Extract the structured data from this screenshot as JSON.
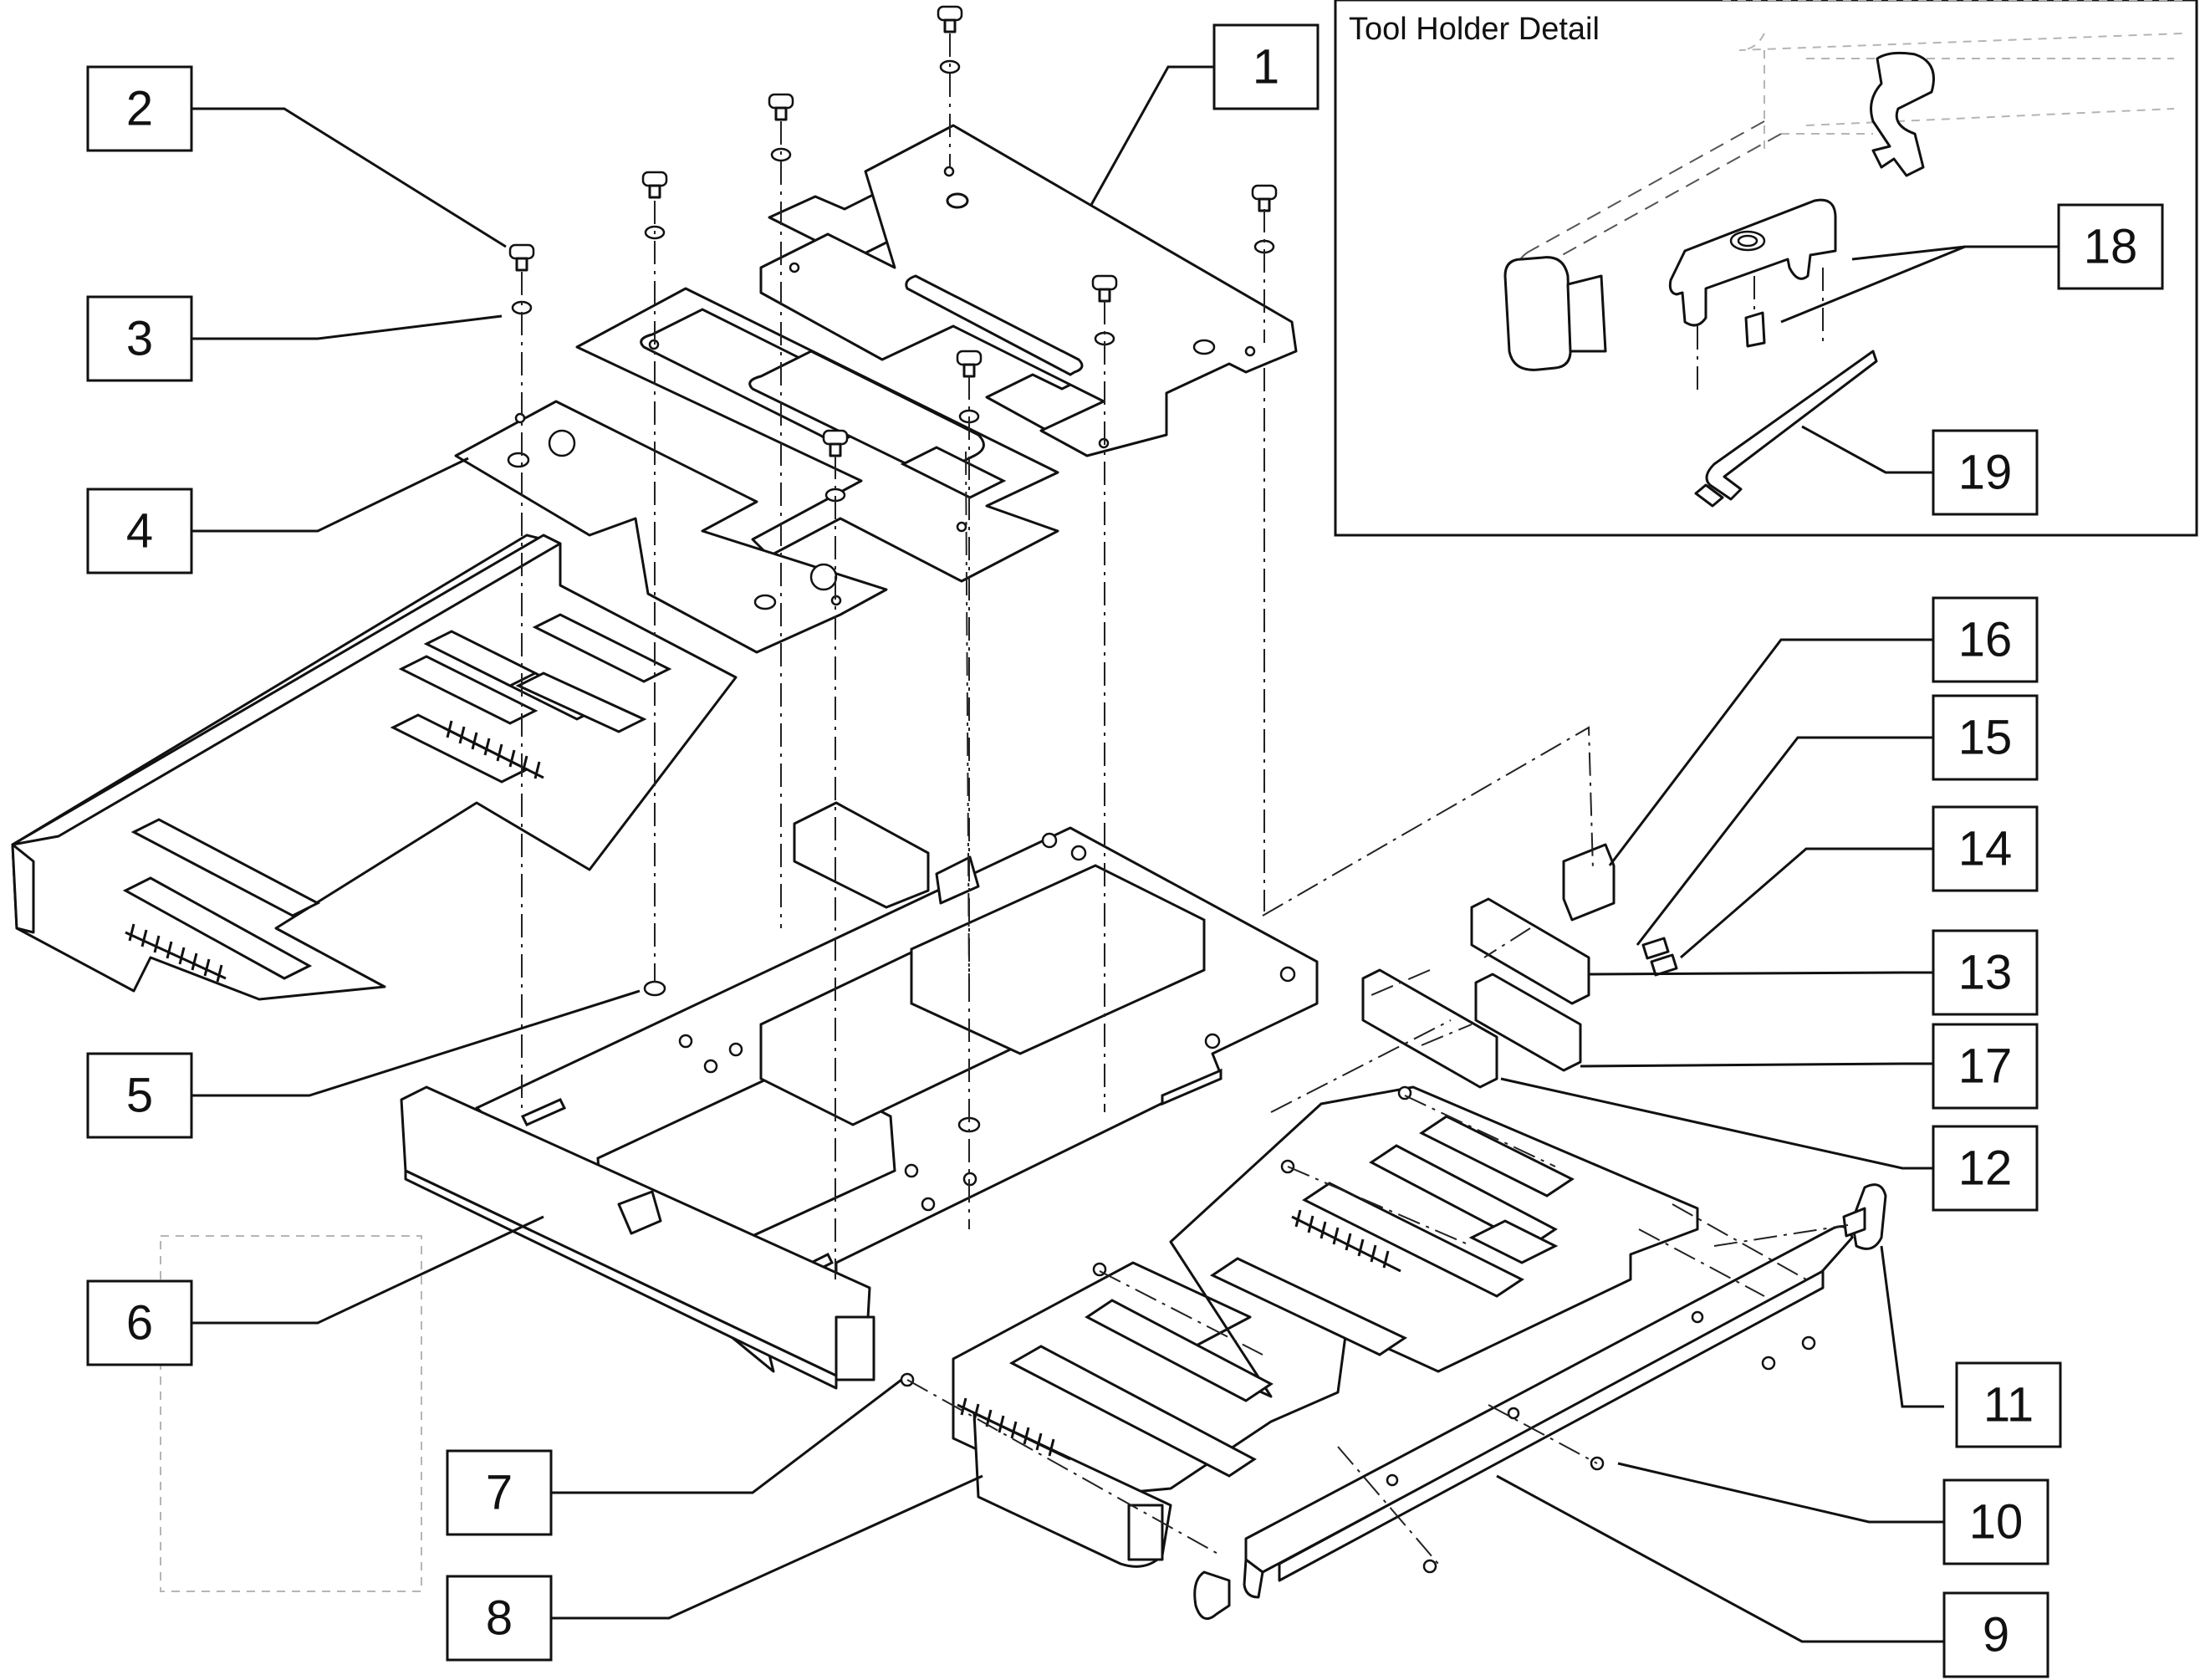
{
  "inset": {
    "title": "Tool Holder Detail"
  },
  "callouts": [
    {
      "id": "1",
      "label": "1"
    },
    {
      "id": "2",
      "label": "2"
    },
    {
      "id": "3",
      "label": "3"
    },
    {
      "id": "4",
      "label": "4"
    },
    {
      "id": "5",
      "label": "5"
    },
    {
      "id": "6",
      "label": "6"
    },
    {
      "id": "7",
      "label": "7"
    },
    {
      "id": "8",
      "label": "8"
    },
    {
      "id": "9",
      "label": "9"
    },
    {
      "id": "10",
      "label": "10"
    },
    {
      "id": "11",
      "label": "11"
    },
    {
      "id": "12",
      "label": "12"
    },
    {
      "id": "13",
      "label": "13"
    },
    {
      "id": "14",
      "label": "14"
    },
    {
      "id": "15",
      "label": "15"
    },
    {
      "id": "16",
      "label": "16"
    },
    {
      "id": "17",
      "label": "17"
    },
    {
      "id": "18",
      "label": "18"
    },
    {
      "id": "19",
      "label": "19"
    }
  ]
}
